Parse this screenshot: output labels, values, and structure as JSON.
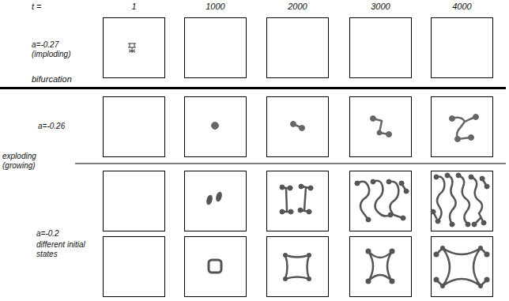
{
  "diagram": {
    "labels": [
      "t =",
      "1",
      "1000",
      "2000",
      "3000",
      "4000",
      "a=-0.27 (imploding)",
      "bifurcation",
      "a=-0.26",
      "exploding (growing)",
      "a=-0.2",
      "different initial states"
    ]
  }
}
